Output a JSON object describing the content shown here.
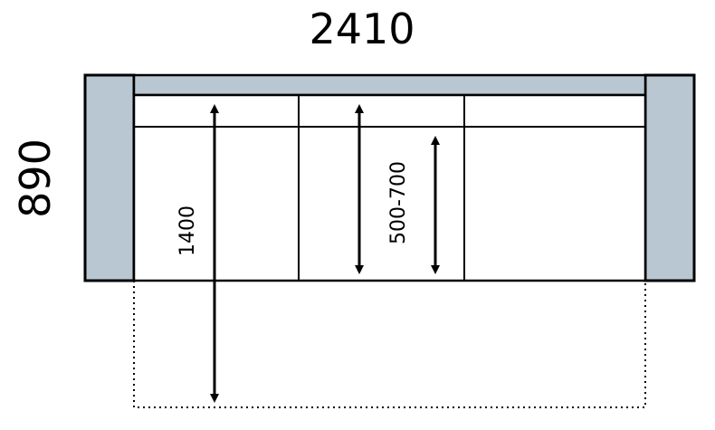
{
  "dimensions": {
    "width_label": "2410",
    "depth_label": "890",
    "extended_depth_label": "1400",
    "seat_range_label": "500-700"
  },
  "colors": {
    "upholstery_fill": "#b8c7d1",
    "outline": "#000000",
    "background": "#ffffff"
  }
}
